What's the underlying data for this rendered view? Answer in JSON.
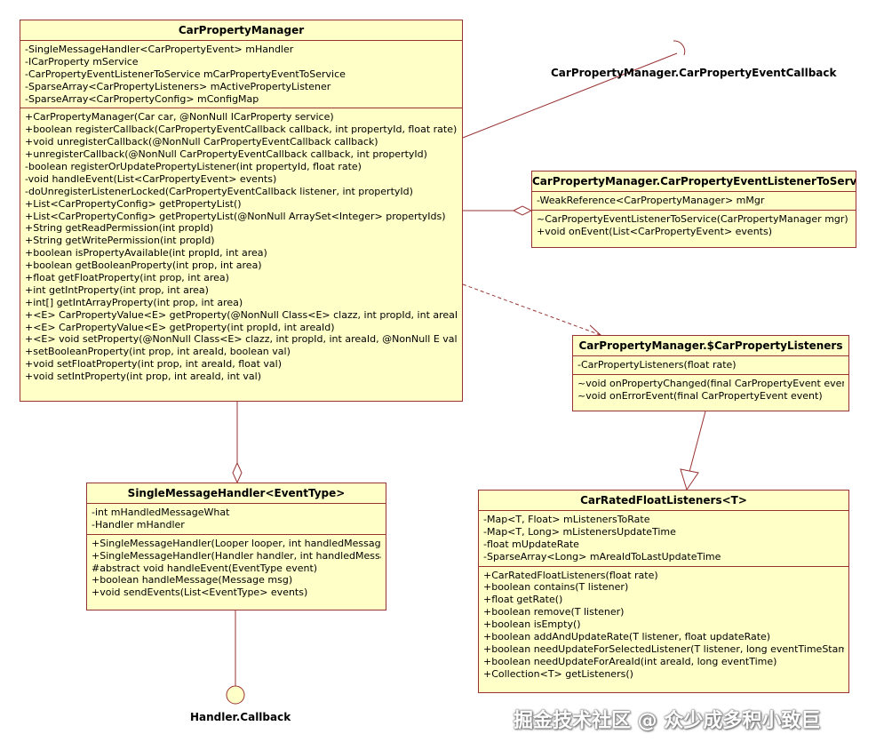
{
  "classes": {
    "cpm": {
      "title": "CarPropertyManager",
      "fields": [
        "-SingleMessageHandler<CarPropertyEvent> mHandler",
        "-ICarProperty mService",
        "-CarPropertyEventListenerToService mCarPropertyEventToService",
        "-SparseArray<CarPropertyListeners> mActivePropertyListener",
        "-SparseArray<CarPropertyConfig> mConfigMap"
      ],
      "methods": [
        "+CarPropertyManager(Car car, @NonNull ICarProperty service)",
        "+boolean registerCallback(CarPropertyEventCallback callback, int propertyId, float rate)",
        "+void unregisterCallback(@NonNull CarPropertyEventCallback callback)",
        "+unregisterCallback(@NonNull CarPropertyEventCallback callback, int propertyId)",
        "-boolean registerOrUpdatePropertyListener(int propertyId, float rate)",
        "-void handleEvent(List<CarPropertyEvent> events)",
        "-doUnregisterListenerLocked(CarPropertyEventCallback listener, int propertyId)",
        "+List<CarPropertyConfig> getPropertyList()",
        "+List<CarPropertyConfig> getPropertyList(@NonNull ArraySet<Integer> propertyIds)",
        "+String getReadPermission(int propId)",
        "+String getWritePermission(int propId)",
        "+boolean isPropertyAvailable(int propId, int area)",
        "+boolean getBooleanProperty(int prop, int area)",
        "+float getFloatProperty(int prop, int area)",
        "+int getIntProperty(int prop, int area)",
        "+int[] getIntArrayProperty(int prop, int area)",
        "+<E> CarPropertyValue<E> getProperty(@NonNull Class<E> clazz, int propId, int areaId)",
        "+<E> CarPropertyValue<E> getProperty(int propId, int areaId)",
        "+<E> void setProperty(@NonNull Class<E> clazz, int propId, int areaId, @NonNull E val)",
        "+setBooleanProperty(int prop, int areaId, boolean val)",
        "+void setFloatProperty(int prop, int areaId, float val)",
        "+void setIntProperty(int prop, int areaId, int val)"
      ]
    },
    "toService": {
      "title": "CarPropertyManager.CarPropertyEventListenerToService",
      "fields": [
        "-WeakReference<CarPropertyManager> mMgr"
      ],
      "methods": [
        "~CarPropertyEventListenerToService(CarPropertyManager mgr)",
        "+void onEvent(List<CarPropertyEvent> events)"
      ]
    },
    "listeners": {
      "title": "CarPropertyManager.$CarPropertyListeners",
      "fields": [
        "-CarPropertyListeners(float rate)"
      ],
      "methods": [
        "~void onPropertyChanged(final CarPropertyEvent event)",
        "~void onErrorEvent(final CarPropertyEvent event)"
      ]
    },
    "handler": {
      "title": "SingleMessageHandler<EventType>",
      "fields": [
        "-int mHandledMessageWhat",
        "-Handler mHandler"
      ],
      "methods": [
        "+SingleMessageHandler(Looper looper, int handledMessage)",
        "+SingleMessageHandler(Handler handler, int handledMessage)",
        "#abstract void handleEvent(EventType event)",
        "+boolean handleMessage(Message msg)",
        "+void sendEvents(List<EventType> events)"
      ]
    },
    "rated": {
      "title": "CarRatedFloatListeners<T>",
      "fields": [
        "-Map<T, Float> mListenersToRate",
        "-Map<T, Long> mListenersUpdateTime",
        "-float mUpdateRate",
        "-SparseArray<Long> mAreaIdToLastUpdateTime"
      ],
      "methods": [
        "+CarRatedFloatListeners(float rate)",
        "+boolean contains(T listener)",
        "+float getRate()",
        "+boolean remove(T listener)",
        "+boolean isEmpty()",
        "+boolean addAndUpdateRate(T listener, float updateRate)",
        "+boolean needUpdateForSelectedListener(T listener, long eventTimeStamp)",
        "+boolean needUpdateForAreaId(int areaId, long eventTime)",
        "+Collection<T> getListeners()"
      ]
    }
  },
  "interfaces": {
    "callback": "CarPropertyManager.CarPropertyEventCallback",
    "handlerCallback": "Handler.Callback"
  },
  "watermark": "掘金技术社区 @ 众少成多积小致巨",
  "colors": {
    "fill": "#ffffc8",
    "border": "#993333",
    "line": "#993333"
  }
}
